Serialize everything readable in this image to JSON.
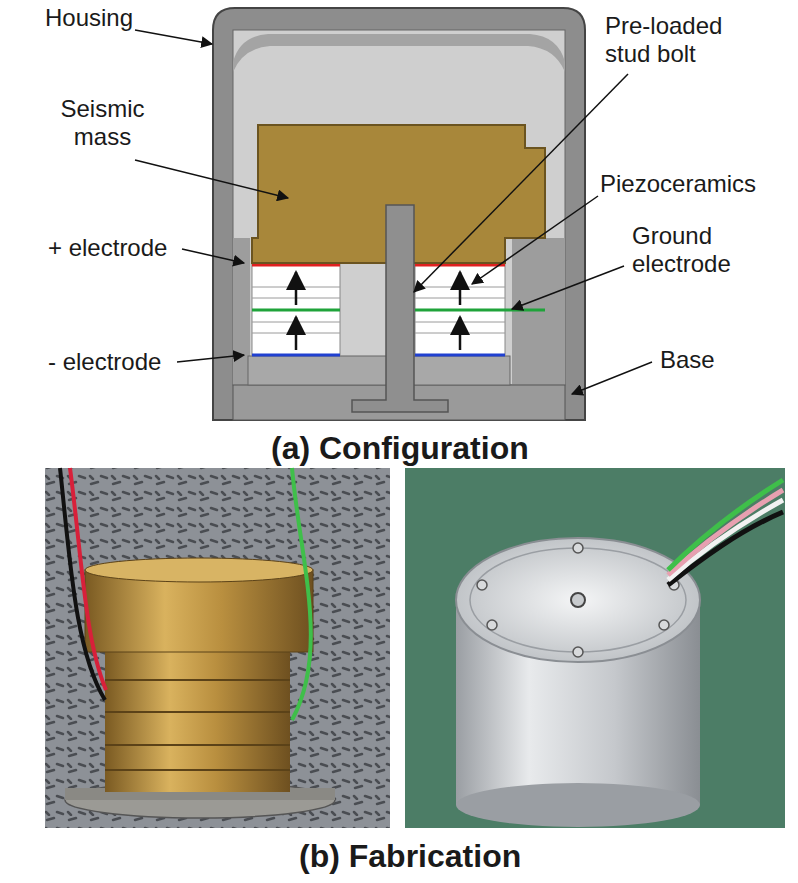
{
  "diagram": {
    "labels": [
      "Housing",
      "Seismic mass",
      "+ electrode",
      "- electrode",
      "Pre-loaded stud bolt",
      "Piezoceramics",
      "Ground electrode",
      "Base",
      "(a) Configuration",
      "(b) Fabrication"
    ]
  }
}
